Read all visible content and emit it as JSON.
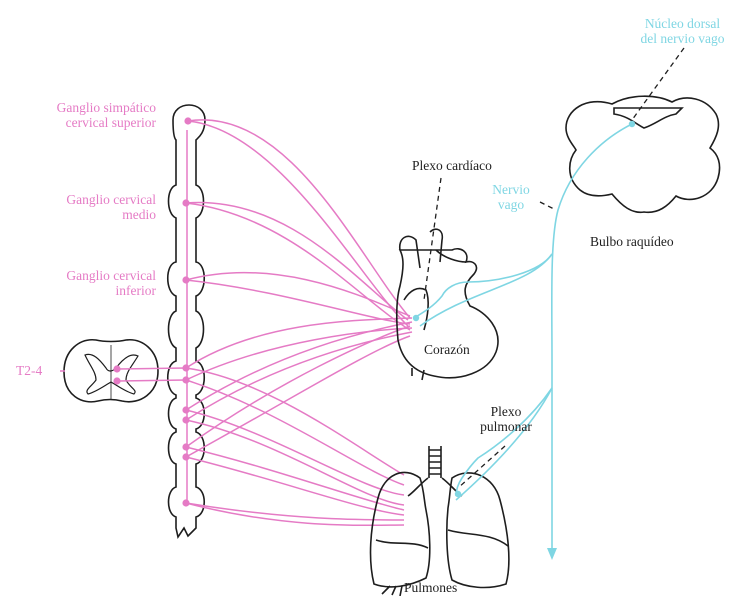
{
  "labels": {
    "ganglio_superior": [
      "Ganglio simpático",
      "cervical superior"
    ],
    "ganglio_medio": [
      "Ganglio cervical",
      "medio"
    ],
    "ganglio_inferior": [
      "Ganglio cervical",
      "inferior"
    ],
    "t2_4": "T2-4",
    "plexo_cardiaco": "Plexo cardíaco",
    "corazon": "Corazón",
    "nucleo_dorsal": [
      "Núcleo dorsal",
      "del nervio vago"
    ],
    "nervio_vago": [
      "Nervio",
      "vago"
    ],
    "bulbo": "Bulbo raquídeo",
    "plexo_pulmonar": [
      "Plexo",
      "pulmonar"
    ],
    "pulmones": "Pulmones"
  },
  "colors": {
    "sympathetic": "#e57bc5",
    "parasympathetic": "#7fd6e3",
    "outline": "#1e1e1e"
  }
}
